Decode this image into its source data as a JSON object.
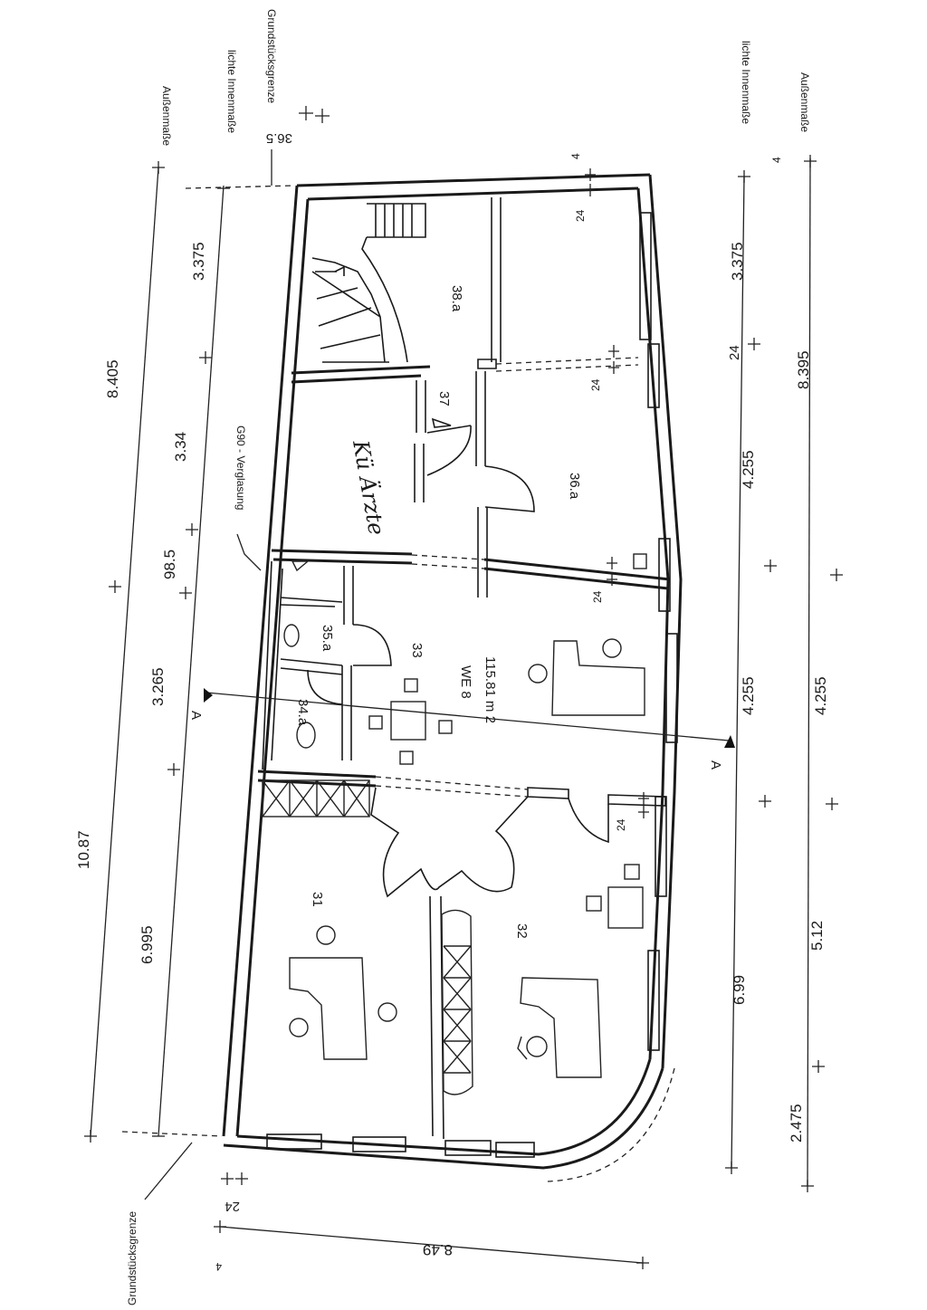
{
  "labels": {
    "aussenmasse": "Außenmaße",
    "lichte_innenmasse": "lichte Innenmaße",
    "grundstuecksgrenze": "Grundstücksgrenze",
    "verglasung": "G90 - Verglasung",
    "unit": "WE 8",
    "area": "115.81 m 2",
    "section_mark": "A",
    "handwritten": "Kü Ärzte"
  },
  "rooms": {
    "r31": "31",
    "r32": "32",
    "r33": "33",
    "r34": "34.a",
    "r35": "35.a",
    "r36": "36.a",
    "r37": "37",
    "r38": "38.a"
  },
  "dims_left": {
    "outer_total": "10.87",
    "outer_top": "8.405",
    "inner_1": "3.375",
    "inner_2": "3.34",
    "inner_3": "98.5",
    "inner_4": "3.265",
    "inner_5": "6.995",
    "wall_top": "36.5"
  },
  "dims_right": {
    "inner_1": "3.375",
    "inner_2": "24",
    "inner_3": "4.255",
    "inner_4": "4.255",
    "inner_5": "6.99",
    "outer_1": "4",
    "outer_2": "8.395",
    "outer_3": "4.255",
    "outer_4": "5.12",
    "outer_5": "2.475"
  },
  "dims_bottom": {
    "outer": "8.49",
    "wall": "24",
    "offset": "4"
  },
  "dims_interior": {
    "w1": "24",
    "w2": "24",
    "w3": "24",
    "w4": "24",
    "top_offset": "4"
  }
}
